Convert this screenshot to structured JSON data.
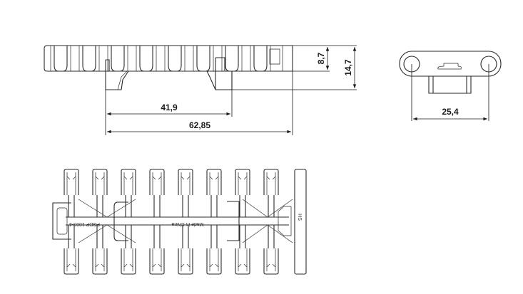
{
  "drawing": {
    "dimensions": {
      "foot_spacing": "41,9",
      "overall_length": "62,85",
      "body_height": "8,7",
      "total_height": "14,7",
      "width": "25,4"
    },
    "molded_text": {
      "part_number": "FGDP 1003-4",
      "origin": "Made in China",
      "brand": "HS"
    },
    "line_color": "#2a2a2a"
  }
}
